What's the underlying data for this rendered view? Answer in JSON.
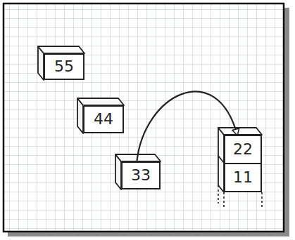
{
  "diagram": {
    "nodes": [
      {
        "text": [
          "55"
        ]
      },
      {
        "text": [
          "44"
        ]
      },
      {
        "text": [
          "33"
        ]
      },
      {
        "text": [
          "22"
        ]
      },
      {
        "text": [
          "11"
        ]
      }
    ],
    "edges": [
      {
        "from": 2,
        "to": 3,
        "arrow": "to"
      }
    ]
  }
}
